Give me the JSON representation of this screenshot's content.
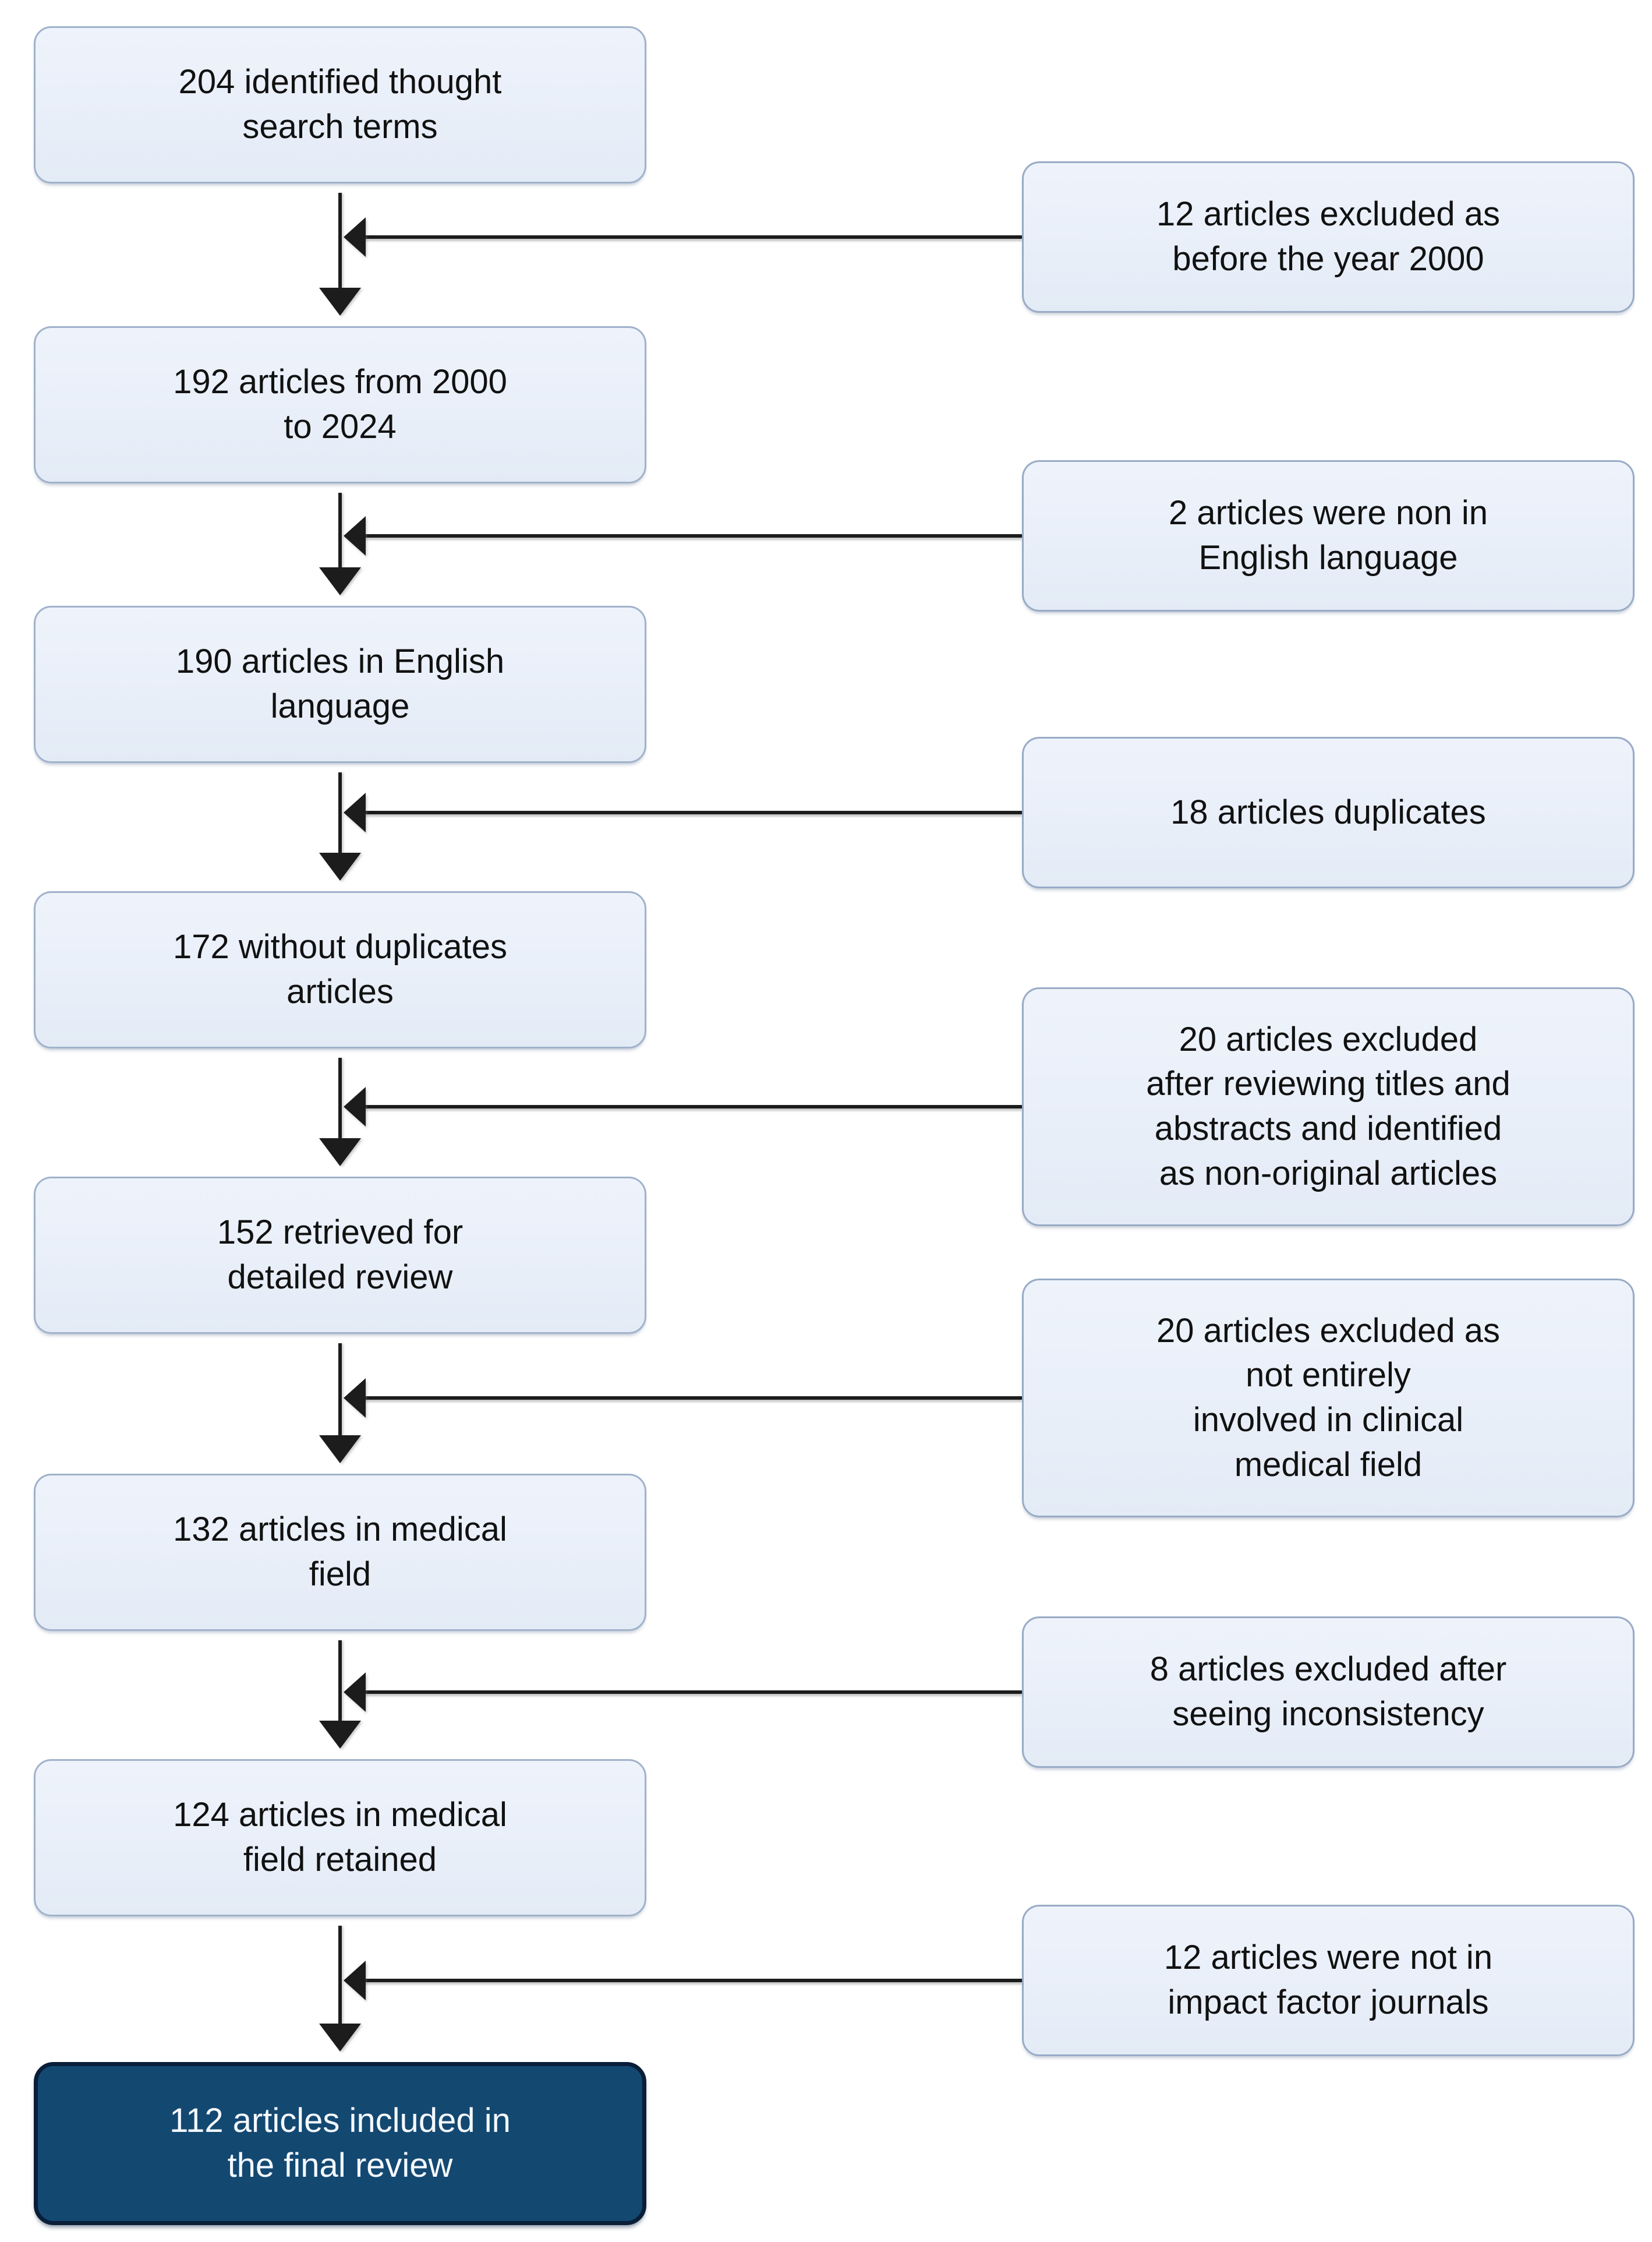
{
  "flow": {
    "steps": [
      {
        "text": "204 identified thought\nsearch terms"
      },
      {
        "text": "192 articles from 2000\nto 2024"
      },
      {
        "text": "190 articles in English\nlanguage"
      },
      {
        "text": "172 without duplicates\narticles"
      },
      {
        "text": "152 retrieved for\ndetailed review"
      },
      {
        "text": "132 articles in medical\nfield"
      },
      {
        "text": "124 articles in medical\nfield retained"
      },
      {
        "text": "112 articles included in\nthe final review",
        "highlight": true
      }
    ],
    "exclusions": [
      {
        "text": "12 articles excluded as\nbefore the year 2000"
      },
      {
        "text": "2 articles were non in\nEnglish language"
      },
      {
        "text": "18 articles duplicates"
      },
      {
        "text": "20 articles excluded\nafter reviewing titles and\nabstracts and identified\nas non-original articles"
      },
      {
        "text": "20 articles excluded as\nnot entirely\ninvolved in clinical\nmedical field"
      },
      {
        "text": "8 articles excluded after\nseeing inconsistency"
      },
      {
        "text": "12 articles were not in\nimpact factor journals"
      }
    ]
  },
  "colors": {
    "box_fill": "#e9eff9",
    "box_border": "#a0b2cb",
    "final_fill": "#134871",
    "final_border": "#0a1e38",
    "final_text": "#f5f9ff",
    "text": "#111111",
    "arrow": "#1c1c1c"
  }
}
